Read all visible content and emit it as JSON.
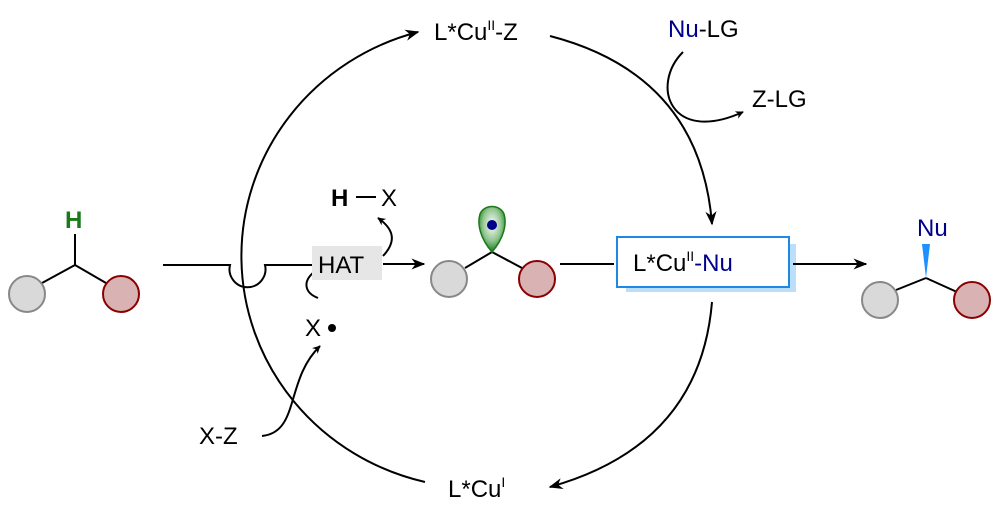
{
  "labels": {
    "cu2_z": "L*Cu",
    "cu2_z_sup": "II",
    "cu2_z_suffix": "-Z",
    "nu_lg_nu": "Nu",
    "nu_lg_lg": "-LG",
    "z_lg": "Z-LG",
    "h": "H",
    "hx_x": "X",
    "hat": "HAT",
    "x_radical": "X",
    "xz": "X-Z",
    "cu2_nu": "L*Cu",
    "cu2_nu_sup": "II",
    "cu2_nu_suffix": "-Nu",
    "product_nu": "Nu",
    "cu1": "L*Cu",
    "cu1_sup": "I"
  },
  "colors": {
    "green": "#1a7a1a",
    "blue_text": "#00008b",
    "box_border": "#1e88e5",
    "box_shadow": "#bbdefb",
    "gray_sphere": "#d9d9d9",
    "red_sphere": "#d9b3b3",
    "red_stroke": "#8b0000",
    "wedge": "#1e90ff"
  }
}
